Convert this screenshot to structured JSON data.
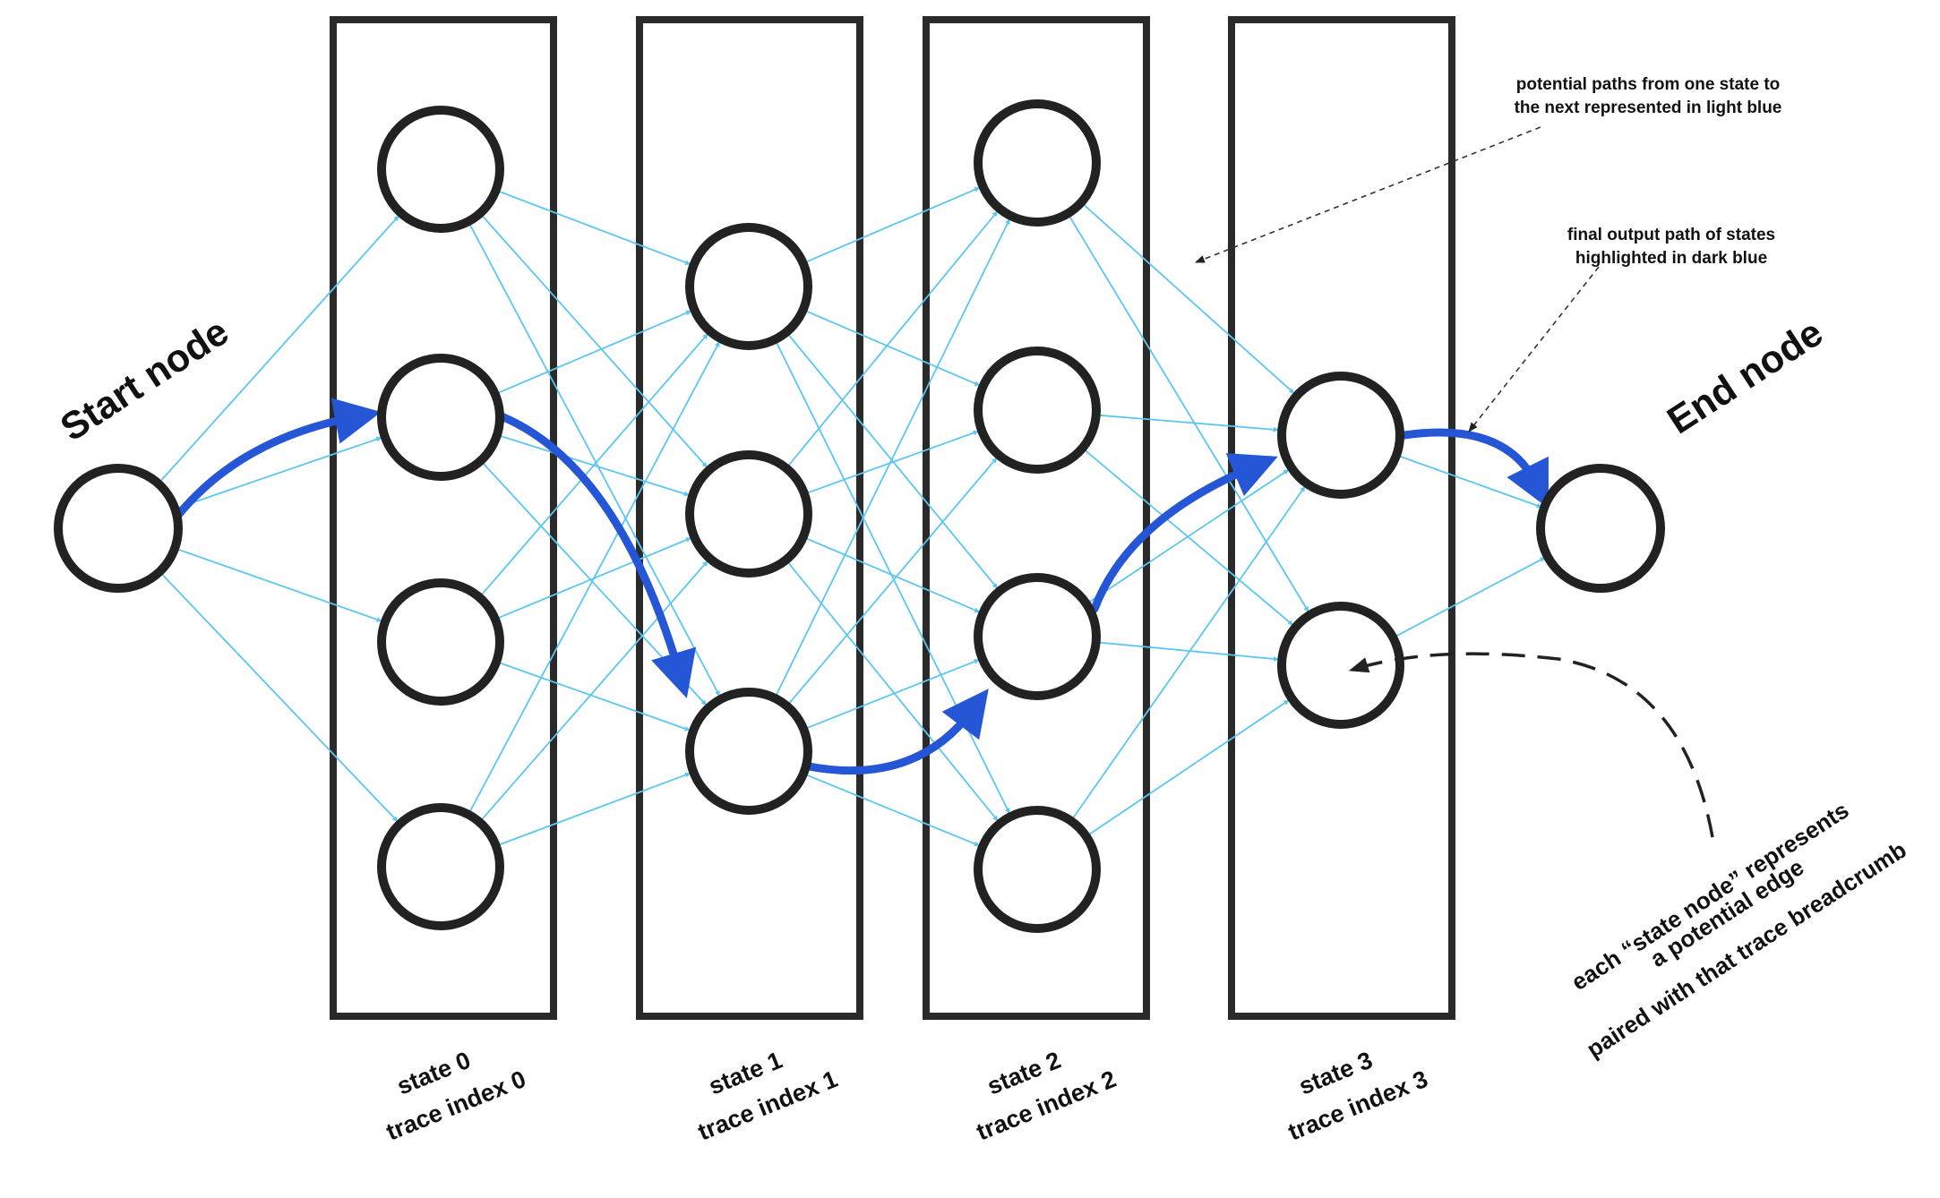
{
  "diagram": {
    "start_label": "Start node",
    "end_label": "End node",
    "states": [
      {
        "line1": "state 0",
        "line2": "trace index 0"
      },
      {
        "line1": "state 1",
        "line2": "trace index 1"
      },
      {
        "line1": "state 2",
        "line2": "trace index 2"
      },
      {
        "line1": "state 3",
        "line2": "trace index 3"
      }
    ],
    "notes": {
      "light_line1": "potential paths from one state to",
      "light_line2": "the next represented in light blue",
      "dark_line1": "final output path of states",
      "dark_line2": "highlighted in dark blue",
      "node_line1": "each “state node” represents",
      "node_line2": "a potential edge",
      "node_line3": "paired with that trace breadcrumb"
    },
    "colors": {
      "potential_path": "#5bc6f2",
      "final_path": "#2456d6",
      "node_stroke": "#222222"
    }
  }
}
